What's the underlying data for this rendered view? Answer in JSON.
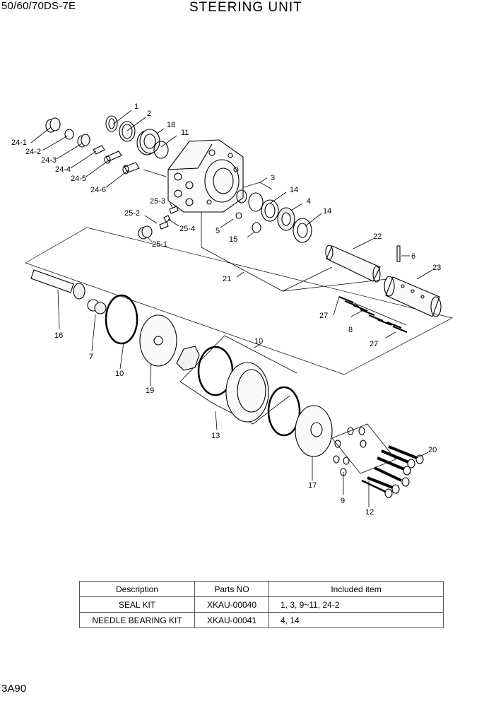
{
  "header": {
    "model": "50/60/70DS-7E",
    "title": "STEERING UNIT"
  },
  "footer": {
    "page_number": "3A90"
  },
  "callouts": {
    "c1": "1",
    "c2": "2",
    "c18": "18",
    "c11": "11",
    "c24_1": "24-1",
    "c24_2": "24-2",
    "c24_3": "24-3",
    "c24_4": "24-4",
    "c24_5": "24-5",
    "c24_6": "24-6",
    "c3": "3",
    "c14a": "14",
    "c4": "4",
    "c14b": "14",
    "c25_3": "25-3",
    "c25_2": "25-2",
    "c25_4": "25-4",
    "c25_1": "25-1",
    "c5": "5",
    "c15": "15",
    "c22": "22",
    "c6": "6",
    "c23": "23",
    "c21": "21",
    "c27a": "27",
    "c8": "8",
    "c27b": "27",
    "c16": "16",
    "c7": "7",
    "c10a": "10",
    "c19": "19",
    "c10b": "10",
    "c13": "13",
    "c20": "20",
    "c17": "17",
    "c9": "9",
    "c12": "12"
  },
  "kit_table": {
    "headers": [
      "Description",
      "Parts NO",
      "Included item"
    ],
    "rows": [
      {
        "description": "SEAL KIT",
        "parts_no": "XKAU-00040",
        "included": "1, 3, 9~11, 24-2"
      },
      {
        "description": "NEEDLE BEARING KIT",
        "parts_no": "XKAU-00041",
        "included": "4, 14"
      }
    ]
  }
}
